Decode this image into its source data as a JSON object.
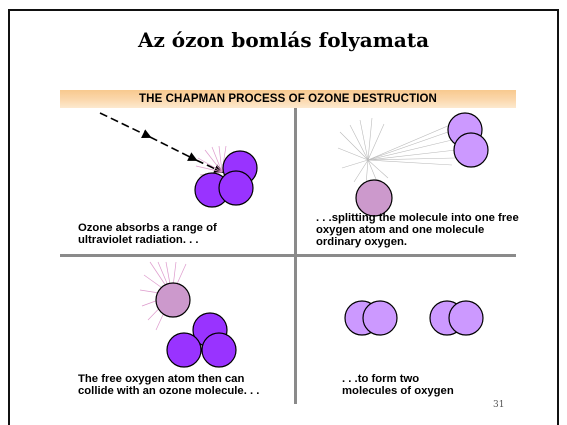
{
  "slide": {
    "title": "Az ózon bomlás folyamata",
    "page_number": "31"
  },
  "diagram": {
    "banner": "THE CHAPMAN PROCESS OF OZONE DESTRUCTION",
    "colors": {
      "banner": "#fbd8ad",
      "ozone_atom": "#9933ff",
      "oxygen_atom": "#cc99ff",
      "free_atom": "#cc99cc",
      "radiation_rays": "#dd99cc"
    },
    "panels": [
      {
        "id": "absorb",
        "lines": [
          "Ozone absorbs a range of",
          "ultraviolet radiation. . ."
        ]
      },
      {
        "id": "split",
        "lines": [
          ". . .splitting the molecule into one free",
          "oxygen atom and one molecule",
          "ordinary oxygen."
        ]
      },
      {
        "id": "collide",
        "lines": [
          "The free oxygen atom then can",
          "collide with an ozone molecule. . ."
        ]
      },
      {
        "id": "form",
        "lines": [
          ". . .to form two",
          "molecules of oxygen"
        ]
      }
    ]
  }
}
